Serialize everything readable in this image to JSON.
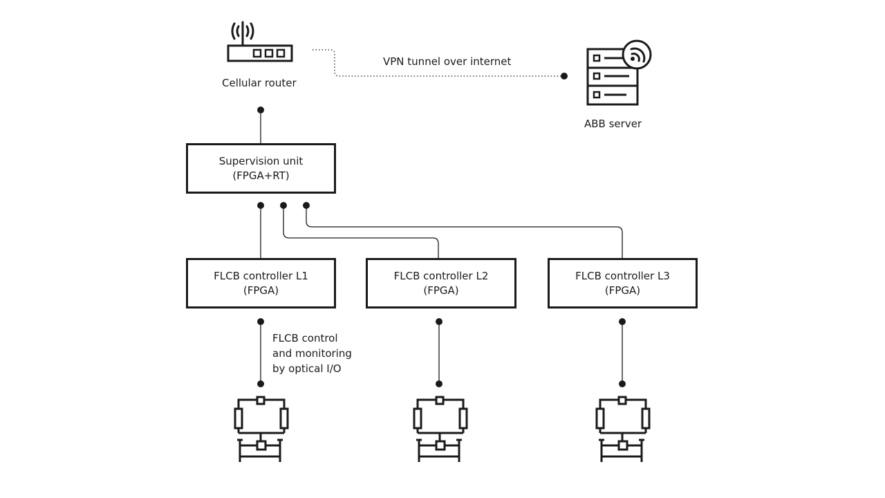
{
  "diagram": {
    "router": {
      "label": "Cellular router",
      "icon": "router-icon"
    },
    "server": {
      "label": "ABB server",
      "icon": "server-icon"
    },
    "vpn_label": "VPN tunnel over internet",
    "supervision": {
      "line1": "Supervision unit",
      "line2": "(FPGA+RT)"
    },
    "controllers": [
      {
        "line1": "FLCB controller L1",
        "line2": "(FPGA)"
      },
      {
        "line1": "FLCB controller L2",
        "line2": "(FPGA)"
      },
      {
        "line1": "FLCB controller L3",
        "line2": "(FPGA)"
      }
    ],
    "io_annotation": [
      "FLCB control",
      "and monitoring",
      "by optical I/O"
    ],
    "breaker_icon": "circuit-breaker-icon",
    "line_color": "#1a1a1a"
  }
}
